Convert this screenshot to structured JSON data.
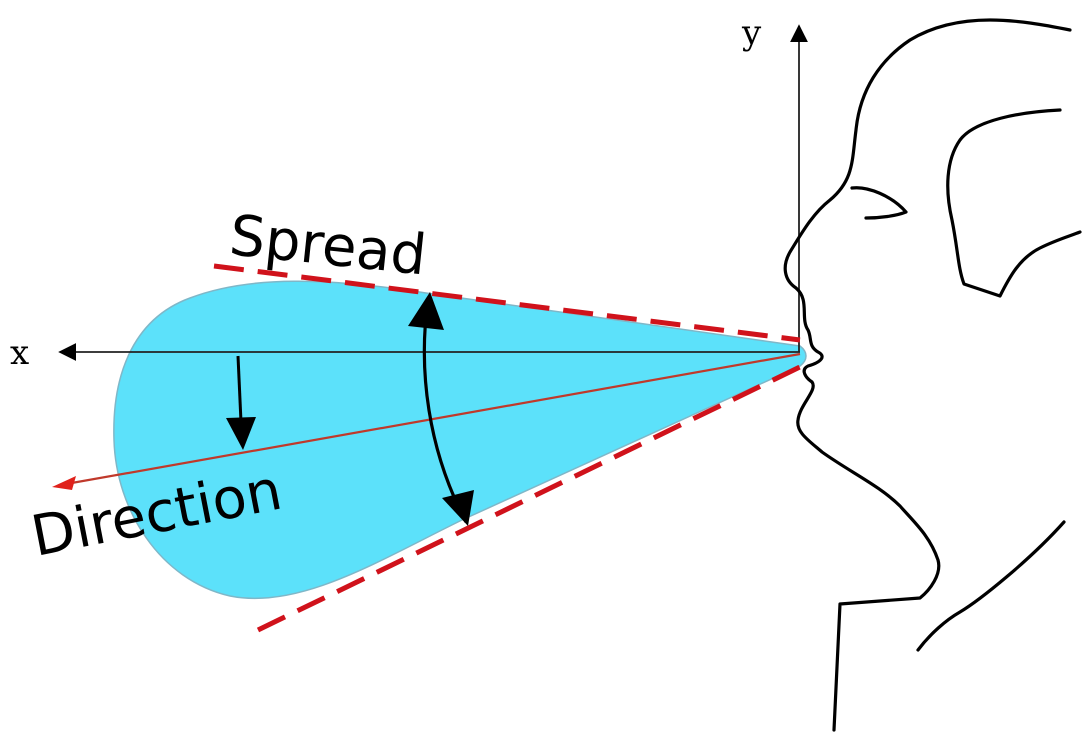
{
  "diagram": {
    "axis_x_label": "x",
    "axis_y_label": "y",
    "spread_label": "Spread",
    "direction_label": "Direction"
  },
  "colors": {
    "plume_fill": "#5ce1fa",
    "spread_dash": "#d0121b",
    "direction_line": "#c0392b",
    "direction_arrow": "#e0211b",
    "axis_line": "#222222",
    "outline": "#000000"
  }
}
